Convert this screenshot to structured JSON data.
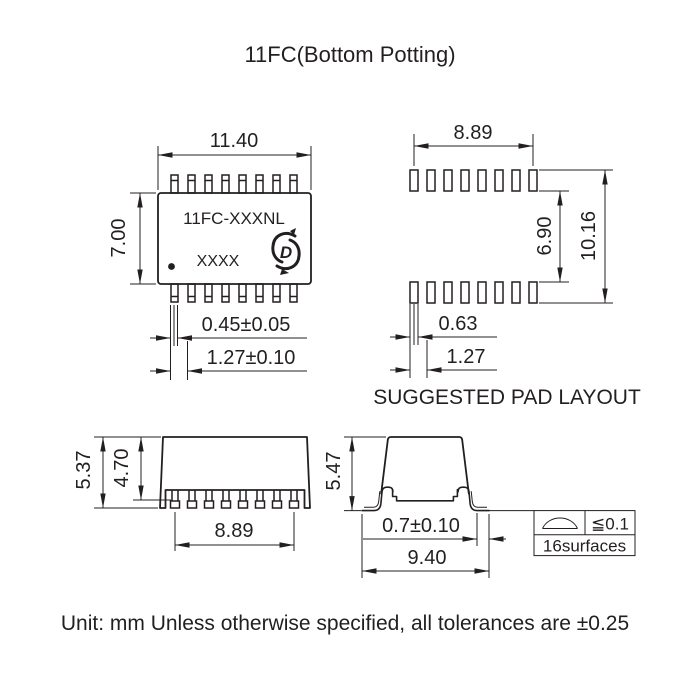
{
  "title": "11FC(Bottom Potting)",
  "top_view": {
    "part_number": "11FC-XXXNL",
    "marking": "XXXX",
    "body_width": "11.40",
    "body_height": "7.00",
    "lead_width": "0.45±0.05",
    "lead_pitch": "1.27±0.10"
  },
  "pad_layout": {
    "caption": "SUGGESTED PAD LAYOUT",
    "pad_span": "8.89",
    "row_gap": "6.90",
    "overall_span": "10.16",
    "pad_width": "0.63",
    "pad_pitch": "1.27"
  },
  "side_view": {
    "total_height": "5.37",
    "body_height": "4.70",
    "lead_span": "8.89"
  },
  "end_view": {
    "total_height": "5.47",
    "foot_length": "0.7±0.10",
    "overall_width": "9.40"
  },
  "coplanarity_frame": {
    "limit": "≦0.1",
    "surfaces": "16surfaces"
  },
  "footer_note": "Unit: mm Unless otherwise specified, all tolerances are ±0.25"
}
